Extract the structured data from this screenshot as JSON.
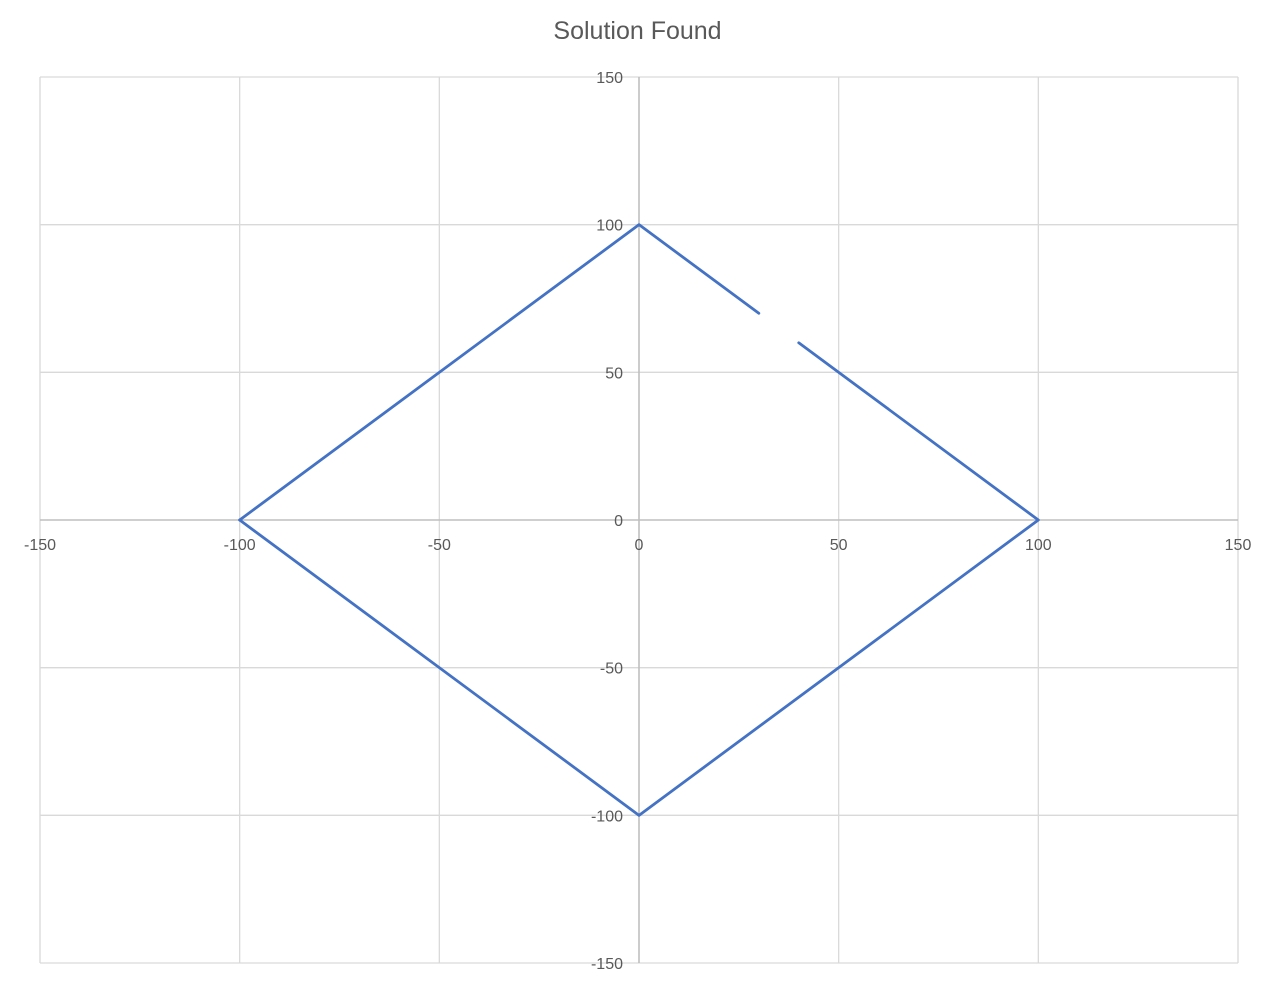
{
  "chart_data": {
    "type": "scatter",
    "title": "Solution Found",
    "xlabel": "",
    "ylabel": "",
    "xlim": [
      -150,
      150
    ],
    "ylim": [
      -150,
      150
    ],
    "x_ticks": [
      -150,
      -100,
      -50,
      0,
      50,
      100,
      150
    ],
    "y_ticks": [
      -150,
      -100,
      -50,
      0,
      50,
      100,
      150
    ],
    "x_tick_labels": [
      "-150",
      "-100",
      "-50",
      "0",
      "50",
      "100",
      "150"
    ],
    "y_tick_labels": [
      "-150",
      "-100",
      "-50",
      "0",
      "50",
      "100",
      "150"
    ],
    "grid": true,
    "legend": "none",
    "line_color": "#4472C4",
    "grid_color": "#D9D9D9",
    "axis_color": "#BFBFBF",
    "text_color": "#595959",
    "series": [
      {
        "segments": [
          [
            [
              -100,
              0
            ],
            [
              0,
              100
            ],
            [
              30,
              70
            ]
          ],
          [
            [
              40,
              60
            ],
            [
              100,
              0
            ],
            [
              0,
              -100
            ],
            [
              -100,
              0
            ]
          ]
        ]
      }
    ]
  }
}
